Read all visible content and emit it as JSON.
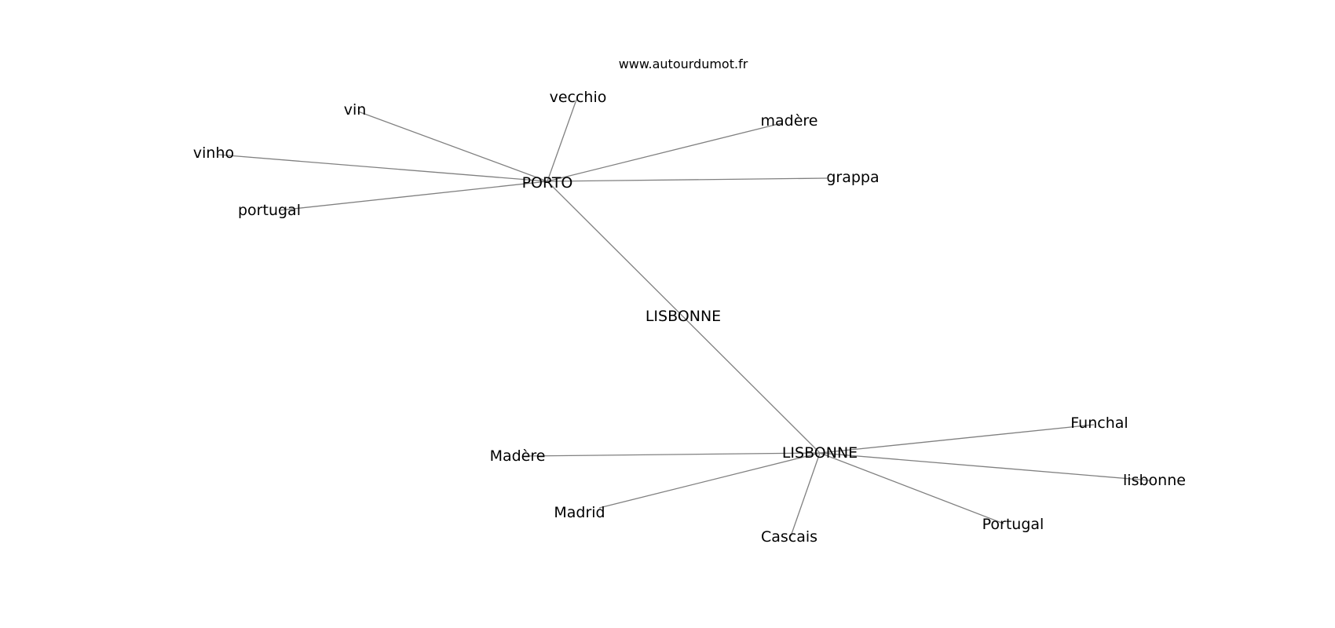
{
  "watermark": "www.autourdumot.fr",
  "center_label": "LISBONNE",
  "edge_color": "#808080",
  "hubs": [
    {
      "id": "porto",
      "label": "PORTO"
    },
    {
      "id": "lisbonne",
      "label": "LISBONNE"
    }
  ],
  "leaves": [
    {
      "id": "vecchio",
      "label": "vecchio",
      "hub": "porto"
    },
    {
      "id": "vin",
      "label": "vin",
      "hub": "porto"
    },
    {
      "id": "madere-lower",
      "label": "madère",
      "hub": "porto"
    },
    {
      "id": "vinho",
      "label": "vinho",
      "hub": "porto"
    },
    {
      "id": "grappa",
      "label": "grappa",
      "hub": "porto"
    },
    {
      "id": "portugal-lower",
      "label": "portugal",
      "hub": "porto"
    },
    {
      "id": "funchal",
      "label": "Funchal",
      "hub": "lisbonne"
    },
    {
      "id": "madere-upper",
      "label": "Madère",
      "hub": "lisbonne"
    },
    {
      "id": "lisbonne-lower",
      "label": "lisbonne",
      "hub": "lisbonne"
    },
    {
      "id": "madrid",
      "label": "Madrid",
      "hub": "lisbonne"
    },
    {
      "id": "portugal-upper",
      "label": "Portugal",
      "hub": "lisbonne"
    },
    {
      "id": "cascais",
      "label": "Cascais",
      "hub": "lisbonne"
    }
  ]
}
